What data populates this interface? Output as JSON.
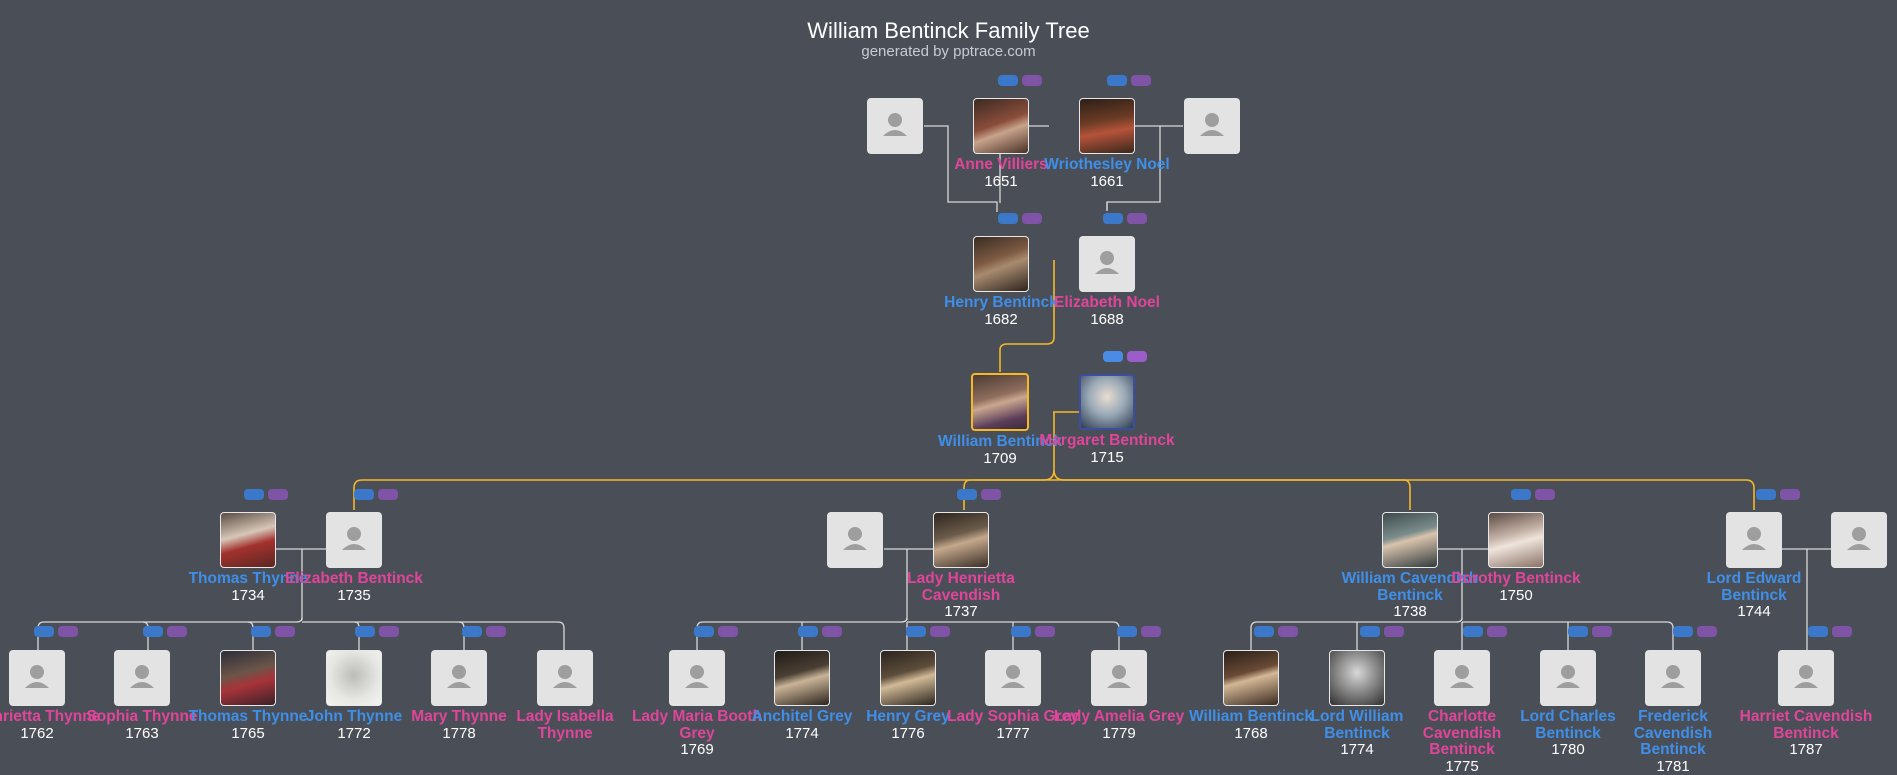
{
  "header": {
    "title": "William Bentinck Family Tree",
    "subtitle": "generated by pptrace.com"
  },
  "colors": {
    "background": "#4a4f57",
    "male": "#3f8fe8",
    "female": "#e0459a",
    "highlight_line": "#f5b828",
    "line": "#d8d8d8"
  },
  "icons": {
    "placeholder": "person-silhouette-icon"
  },
  "people": {
    "anne_villiers": {
      "name": "Anne Villiers",
      "year": "1651"
    },
    "wriothesley_noel": {
      "name": "Wriothesley Noel",
      "year": "1661"
    },
    "henry_bentinck": {
      "name": "Henry Bentinck",
      "year": "1682"
    },
    "elizabeth_noel": {
      "name": "Elizabeth Noel",
      "year": "1688"
    },
    "william_bentinck": {
      "name": "William Bentinck",
      "year": "1709"
    },
    "margaret_bentinck": {
      "name": "Margaret Bentinck",
      "year": "1715"
    },
    "thomas_thynne_1734": {
      "name": "Thomas Thynne",
      "year": "1734"
    },
    "elizabeth_bentinck": {
      "name": "Elizabeth Bentinck",
      "year": "1735"
    },
    "lady_henrietta_cavendish": {
      "name": "Lady Henrietta Cavendish",
      "year": "1737"
    },
    "william_cavendish_bentinck": {
      "name": "William Cavendish Bentinck",
      "year": "1738"
    },
    "dorothy_bentinck": {
      "name": "Dorothy Bentinck",
      "year": "1750"
    },
    "lord_edward_bentinck": {
      "name": "Lord Edward Bentinck",
      "year": "1744"
    },
    "henrietta_thynne": {
      "name": "Henrietta Thynne",
      "year": "1762"
    },
    "sophia_thynne": {
      "name": "Sophia Thynne",
      "year": "1763"
    },
    "thomas_thynne_1765": {
      "name": "Thomas Thynne",
      "year": "1765"
    },
    "john_thynne": {
      "name": "John Thynne",
      "year": "1772"
    },
    "mary_thynne": {
      "name": "Mary Thynne",
      "year": "1778"
    },
    "lady_isabella_thynne": {
      "name": "Lady Isabella Thynne",
      "year": ""
    },
    "lady_maria_booth_grey": {
      "name": "Lady Maria Booth Grey",
      "year": "1769"
    },
    "anchitel_grey": {
      "name": "Anchitel Grey",
      "year": "1774"
    },
    "henry_grey": {
      "name": "Henry Grey",
      "year": "1776"
    },
    "lady_sophia_grey": {
      "name": "Lady Sophia Grey",
      "year": "1777"
    },
    "lady_amelia_grey": {
      "name": "Lady Amelia Grey",
      "year": "1779"
    },
    "william_bentinck_1768": {
      "name": "William Bentinck",
      "year": "1768"
    },
    "lord_william_bentinck": {
      "name": "Lord William Bentinck",
      "year": "1774"
    },
    "charlotte_cavendish_bentinck": {
      "name": "Charlotte Cavendish Bentinck",
      "year": "1775"
    },
    "lord_charles_bentinck": {
      "name": "Lord Charles Bentinck",
      "year": "1780"
    },
    "frederick_cavendish_bentinck": {
      "name": "Frederick Cavendish Bentinck",
      "year": "1781"
    },
    "harriet_cavendish_bentinck": {
      "name": "Harriet Cavendish Bentinck",
      "year": "1787"
    }
  }
}
